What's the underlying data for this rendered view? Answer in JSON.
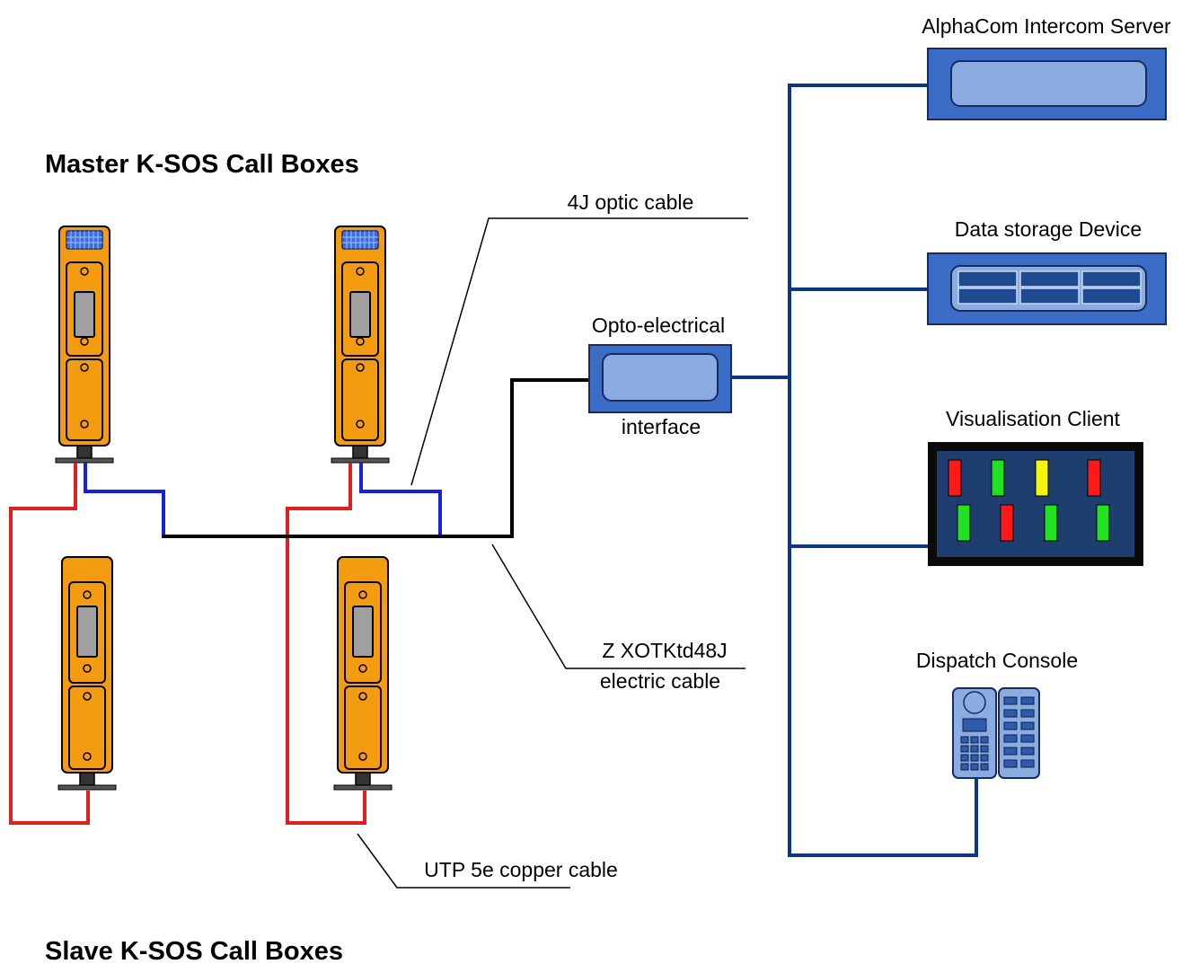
{
  "headings": {
    "master": "Master K-SOS Call Boxes",
    "slave": "Slave K-SOS Call Boxes"
  },
  "labels": {
    "optic_cable": "4J optic cable",
    "opto_top": "Opto-electrical",
    "opto_bottom": "interface",
    "electric_cable_line1": "Z XOTKtd48J",
    "electric_cable_line2": "electric cable",
    "copper_cable": "UTP 5e copper cable",
    "server": "AlphaCom Intercom Server",
    "storage": "Data storage Device",
    "visualisation": "Visualisation Client",
    "dispatch": "Dispatch Console"
  },
  "colors": {
    "call_box": "#f39c12",
    "red_wire": "#e02020",
    "blue_wire": "#1522d8",
    "navy_network": "#0d3680",
    "device_blue": "#3a6ec6",
    "status_red": "#ff1a1a",
    "status_green": "#22e022",
    "status_yellow": "#f5f50a"
  },
  "visualisation_indicators": {
    "row1": [
      "red",
      "green",
      "yellow",
      "red"
    ],
    "row2": [
      "green",
      "red",
      "green",
      "green"
    ]
  }
}
